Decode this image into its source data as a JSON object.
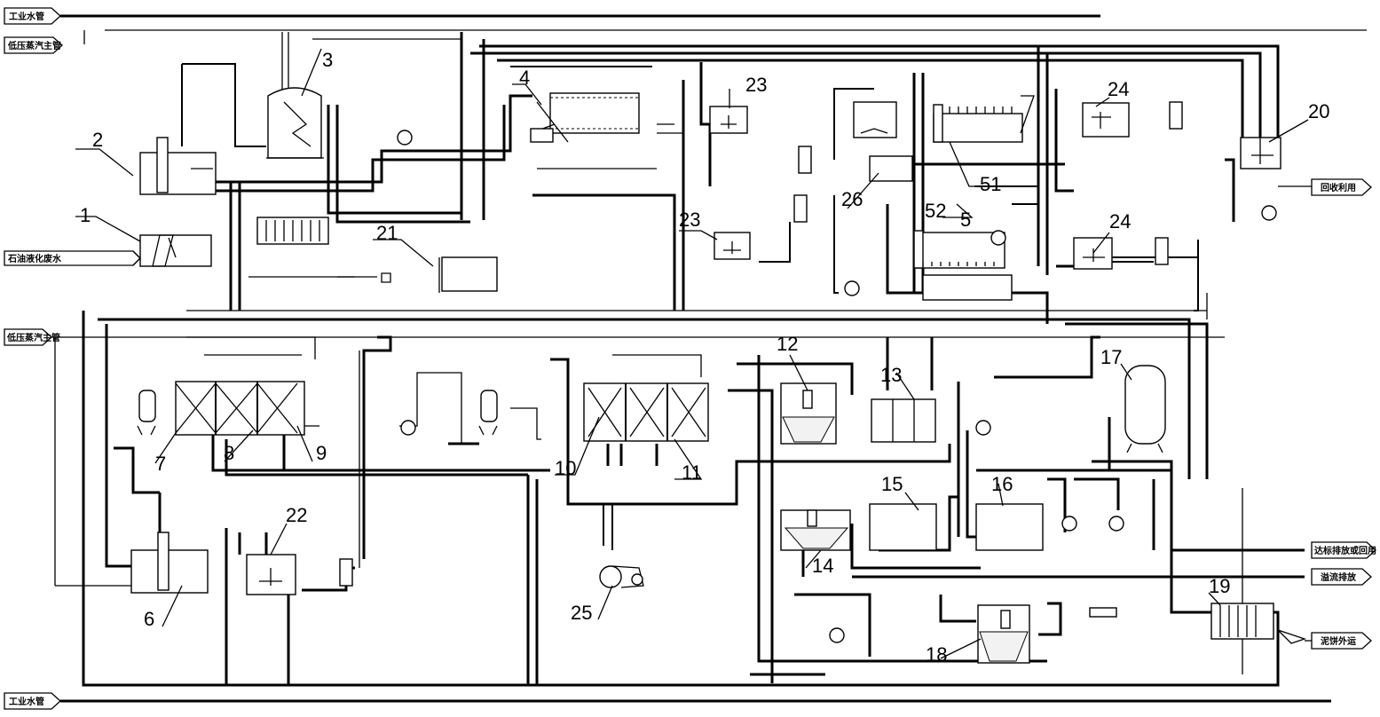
{
  "terminals": {
    "water_top": "工业水管",
    "steam_top": "低压蒸汽主管",
    "wastewater_in": "石油液化废水",
    "steam_mid": "低压蒸汽主管",
    "water_bottom": "工业水管",
    "recycle_out": "回收利用",
    "discharge_reuse": "达标排放或回用",
    "overflow": "溢流排放",
    "sludge_out": "泥饼外运"
  },
  "equipment_numbers": [
    "1",
    "2",
    "3",
    "4",
    "5",
    "6",
    "7",
    "8",
    "9",
    "10",
    "11",
    "12",
    "13",
    "14",
    "15",
    "16",
    "17",
    "18",
    "19",
    "20",
    "21",
    "22",
    "23",
    "23",
    "24",
    "24",
    "25",
    "26",
    "51",
    "52"
  ]
}
